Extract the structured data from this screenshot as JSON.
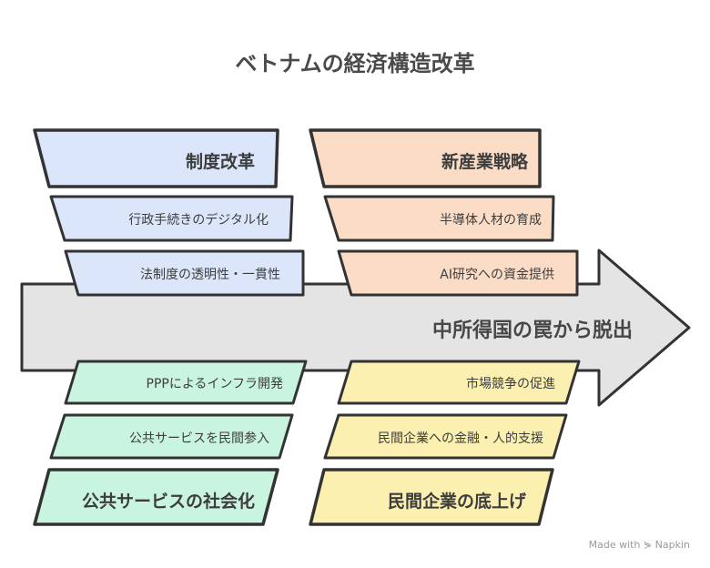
{
  "title": "ベトナムの経済構造改革",
  "spine": {
    "label": "中所得国の罠から脱出"
  },
  "groups": {
    "top_left": {
      "heading": "制度改革",
      "items": [
        "行政手続きのデジタル化",
        "法制度の透明性・一貫性"
      ],
      "color": "#dbe6fb"
    },
    "top_right": {
      "heading": "新産業戦略",
      "items": [
        "半導体人材の育成",
        "AI研究への資金提供"
      ],
      "color": "#fbdcc6"
    },
    "bottom_left": {
      "heading": "公共サービスの社会化",
      "items": [
        "PPPによるインフラ開発",
        "公共サービスを民間参入"
      ],
      "color": "#c9f4df"
    },
    "bottom_right": {
      "heading": "民間企業の底上げ",
      "items": [
        "市場競争の促進",
        "民間企業への金融・人的支援"
      ],
      "color": "#fbf0b0"
    }
  },
  "colors": {
    "arrow": "#e4e4e4",
    "outline": "#333333"
  },
  "credit": "Made with ⋟ Napkin"
}
